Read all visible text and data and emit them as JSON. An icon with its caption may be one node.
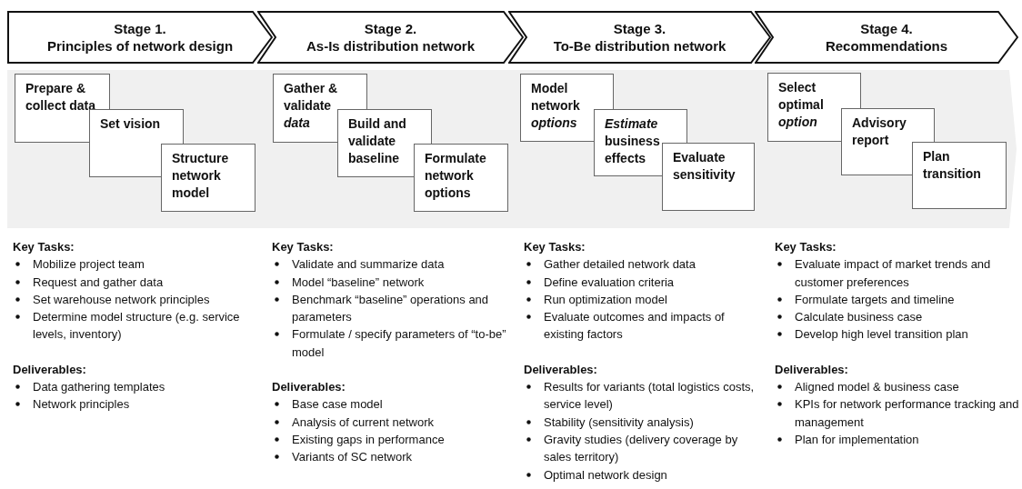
{
  "diagram": {
    "nodes": [
      {
        "text": [
          "Stage 1.",
          "Principles of network design"
        ]
      },
      {
        "text": [
          "Stage 2.",
          "As-Is distribution network"
        ]
      },
      {
        "text": [
          "Stage 3.",
          "To-Be distribution network"
        ]
      },
      {
        "text": [
          "Stage 4.",
          "Recommendations"
        ]
      },
      {
        "text": [
          "Prepare & collect data"
        ]
      },
      {
        "text": [
          "Set vision"
        ]
      },
      {
        "text": [
          "Structure network model"
        ]
      },
      {
        "text": [
          "Gather & validate *data*"
        ]
      },
      {
        "text": [
          "Build and validate baseline"
        ]
      },
      {
        "text": [
          "Formulate network options"
        ]
      },
      {
        "text": [
          "Model network *options*"
        ]
      },
      {
        "text": [
          "*Estimate* business effects"
        ]
      },
      {
        "text": [
          "Evaluate sensitivity"
        ]
      },
      {
        "text": [
          "Select optimal *option*"
        ]
      },
      {
        "text": [
          "Advisory report"
        ]
      },
      {
        "text": [
          "Plan transition"
        ]
      }
    ],
    "labels": [
      "Key Tasks:",
      "Mobilize project team",
      "Request and gather data",
      "Set  warehouse network principles",
      "Determine model structure (e.g. service levels, inventory)",
      "Deliverables:",
      "Data gathering templates",
      "Network principles",
      "Key Tasks:",
      "Validate and summarize data",
      "Model “baseline” network",
      "Benchmark “baseline” operations and parameters",
      "Formulate / specify parameters of “to-be” model",
      "Deliverables:",
      "Base case model",
      "Analysis of current network",
      "Existing gaps in performance",
      "Variants of SC network",
      "Key Tasks:",
      "Gather detailed network data",
      "Define evaluation criteria",
      "Run optimization model",
      "Evaluate outcomes and impacts of existing factors",
      "Deliverables:",
      "Results for variants (total logistics costs, service level)",
      "Stability (sensitivity analysis)",
      "Gravity studies (delivery coverage by sales territory)",
      "Optimal network design",
      "Key Tasks:",
      "Evaluate impact of market trends and customer preferences",
      "Formulate targets and timeline",
      "Calculate business case",
      "Develop high level transition plan",
      "Deliverables:",
      "Aligned model & business case",
      "KPIs for network performance tracking and management",
      "Plan for implementation"
    ]
  }
}
